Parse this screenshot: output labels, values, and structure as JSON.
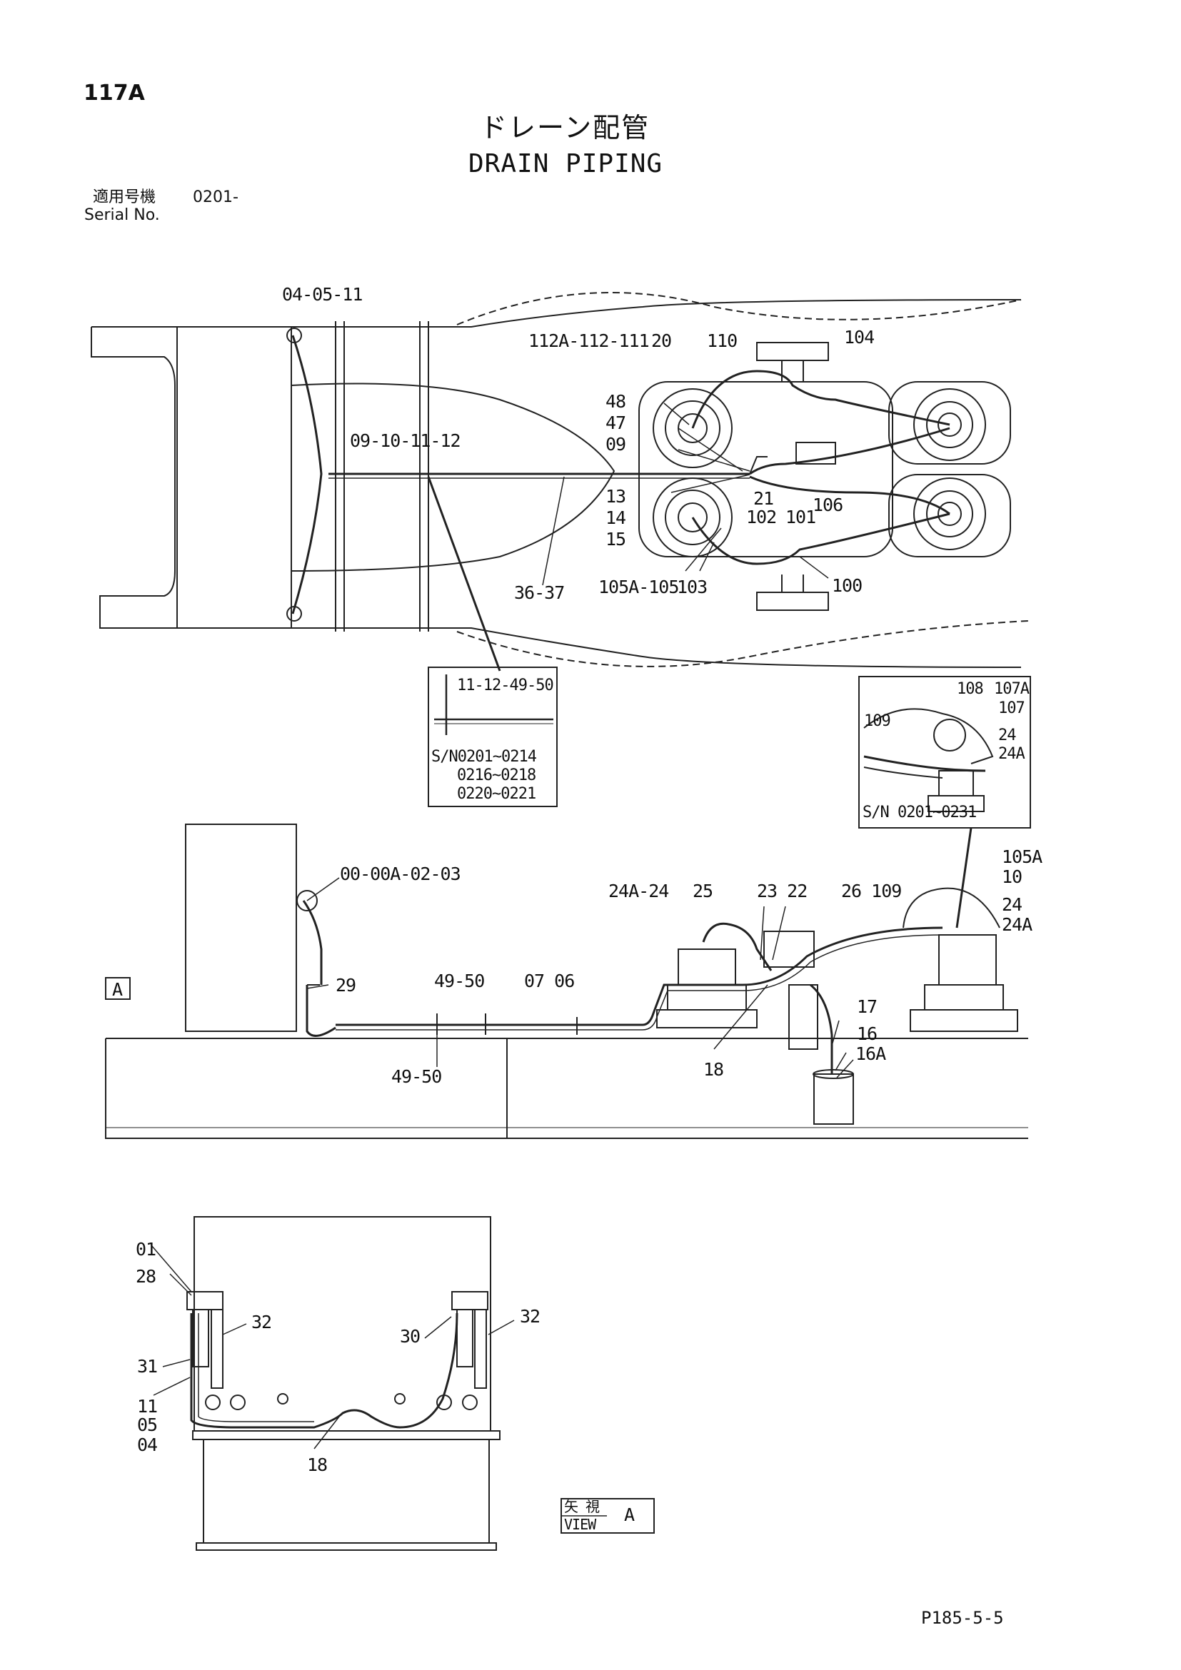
{
  "header": {
    "page_number": "117A",
    "title_jp": "ドレーン配管",
    "title_en": "DRAIN PIPING",
    "serial_jp": "適用号機",
    "serial_value": "0201-",
    "serial_en": "Serial No."
  },
  "top_view": {
    "labels": {
      "l_04_05_11": "04-05-11",
      "l_112a": "112A-112-111",
      "l_20": "20",
      "l_110": "110",
      "l_104": "104",
      "l_48": "48",
      "l_47": "47",
      "l_09": "09",
      "l_09_12": "09-10-11-12",
      "l_13": "13",
      "l_14": "14",
      "l_15": "15",
      "l_21": "21",
      "l_102": "102",
      "l_101": "101",
      "l_106": "106",
      "l_36_37": "36-37",
      "l_105a_105": "105A-105",
      "l_103": "103",
      "l_100": "100"
    }
  },
  "detail_1": {
    "label": "11-12-49-50",
    "serial_line1": "S/N0201~0214",
    "serial_line2": "0216~0218",
    "serial_line3": "0220~0221"
  },
  "detail_2": {
    "l_108": "108",
    "l_107a": "107A",
    "l_107": "107",
    "l_109": "109",
    "l_24": "24",
    "l_24a": "24A",
    "serial": "S/N  0201~0231"
  },
  "side_view": {
    "labels": {
      "l_00": "00-00A-02-03",
      "l_29": "29",
      "l_49_50_top": "49-50",
      "l_49_50_bot": "49-50",
      "l_07_06": "07 06",
      "l_24a_24": "24A-24",
      "l_25": "25",
      "l_23_22": "23 22",
      "l_26_109": "26 109",
      "l_105a": "105A",
      "l_10": "10",
      "l_24": "24",
      "l_24a": "24A",
      "l_17": "17",
      "l_16": "16",
      "l_16a": "16A",
      "l_18": "18",
      "view_marker": "A"
    }
  },
  "view_a": {
    "labels": {
      "l_01": "01",
      "l_28": "28",
      "l_32_left": "32",
      "l_31": "31",
      "l_11": "11",
      "l_05": "05",
      "l_04": "04",
      "l_18": "18",
      "l_30": "30",
      "l_32_right": "32"
    },
    "caption_jp": "矢 視",
    "caption_en": "VIEW",
    "caption_letter": "A"
  },
  "footer": {
    "code": "P185-5-5"
  }
}
